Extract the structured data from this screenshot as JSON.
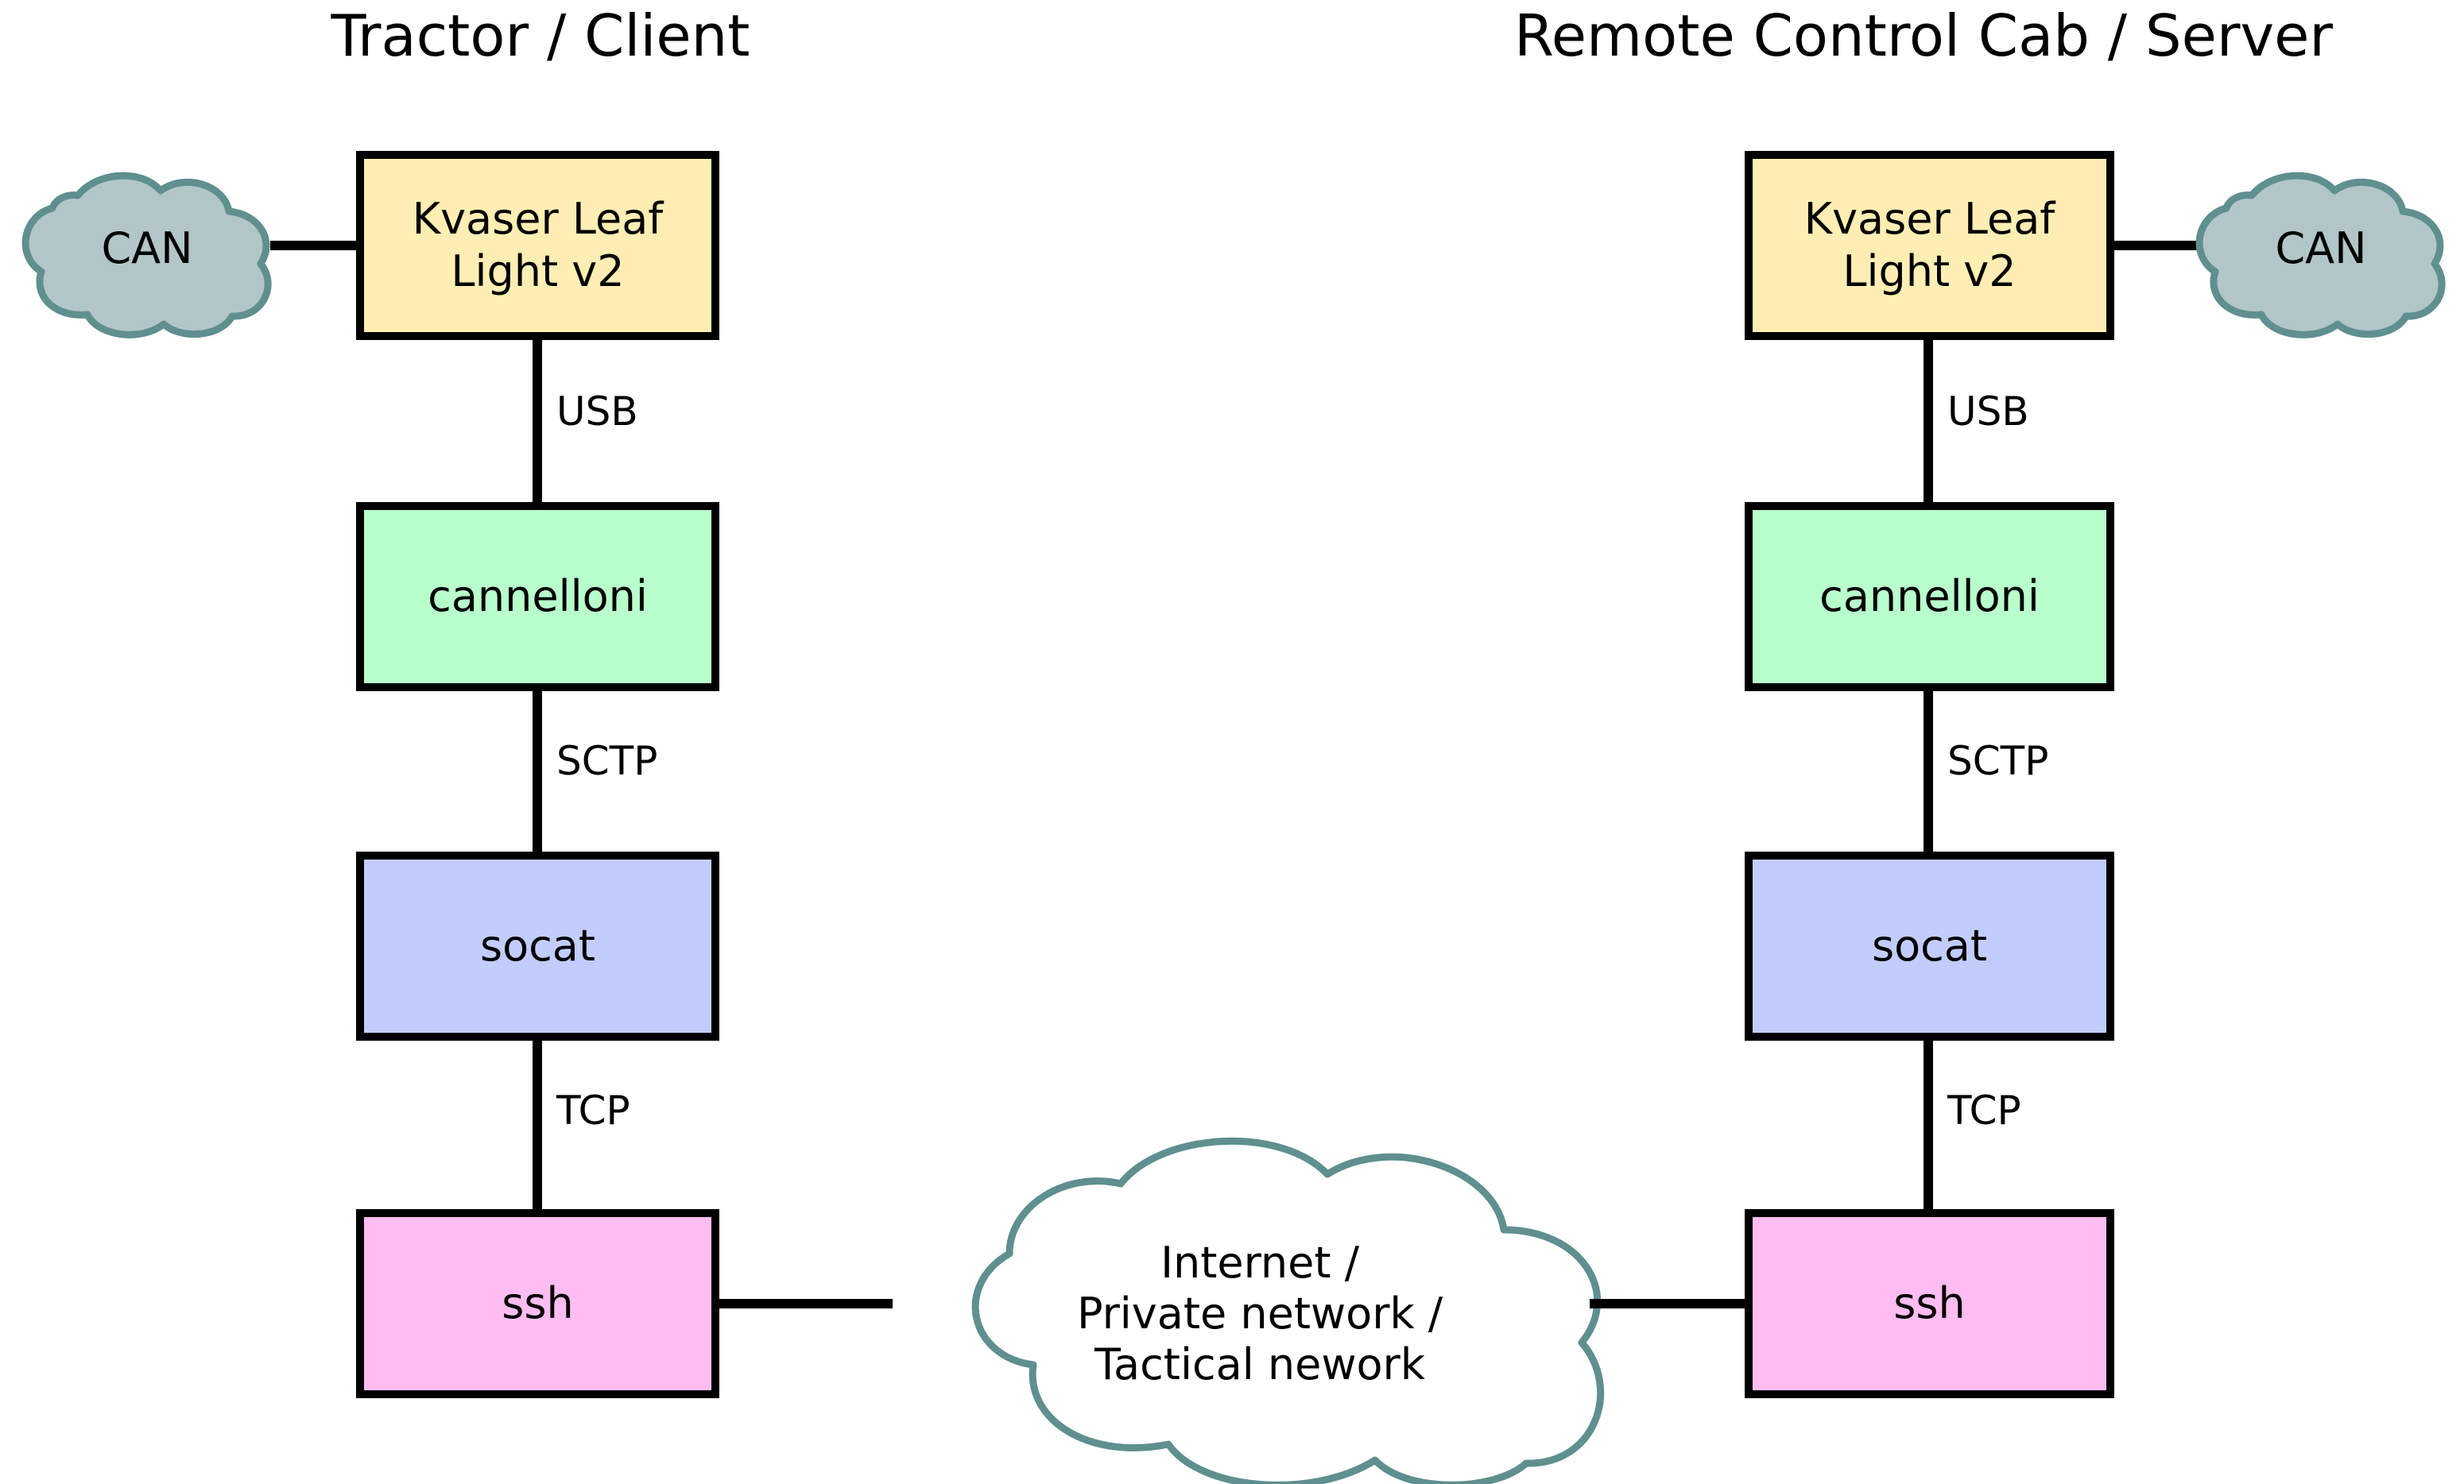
{
  "diagram": {
    "columns": [
      {
        "id": "client",
        "title": "Tractor / Client"
      },
      {
        "id": "server",
        "title": "Remote Control Cab / Server"
      }
    ],
    "nodes": {
      "kvaser": {
        "label": "Kvaser Leaf\nLight v2",
        "line1": "Kvaser Leaf",
        "line2": "Light v2",
        "color": "#ffeeb3"
      },
      "cannelloni": {
        "label": "cannelloni",
        "color": "#b8ffcc"
      },
      "socat": {
        "label": "socat",
        "color": "#c2cdfd"
      },
      "ssh": {
        "label": "ssh",
        "color": "#ffbdf2"
      }
    },
    "clouds": {
      "can_left": {
        "label": "CAN",
        "fill": "#b2c6c8",
        "stroke": "#5f8f8f"
      },
      "can_right": {
        "label": "CAN",
        "fill": "#b2c6c8",
        "stroke": "#5f8f8f"
      },
      "network": {
        "line1": "Internet /",
        "line2": "Private network /",
        "line3": "Tactical nework",
        "fill": "#ffffff",
        "stroke": "#5f8f8f"
      }
    },
    "links": {
      "usb": "USB",
      "sctp": "SCTP",
      "tcp": "TCP"
    },
    "colors": {
      "stroke": "#000000",
      "background": "#ffffff",
      "cloud_stroke": "#5f8f8f",
      "cloud_fill": "#b2c6c8"
    }
  }
}
